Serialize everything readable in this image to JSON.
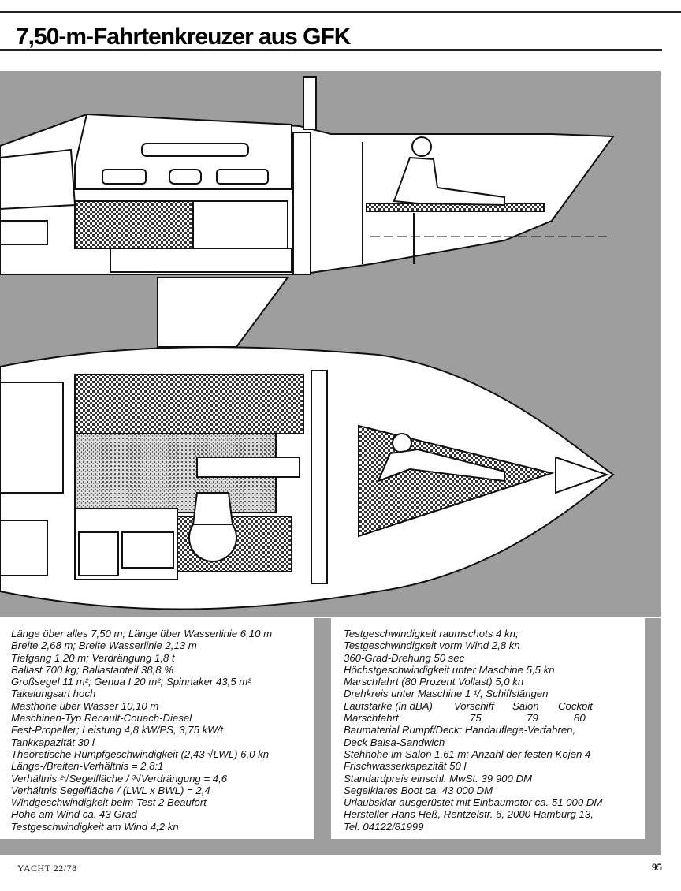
{
  "header": {
    "title": "7,50-m-Fahrtenkreuzer aus GFK"
  },
  "specs_left": [
    "Länge über alles 7,50 m; Länge über Wasserlinie 6,10 m",
    "Breite 2,68 m; Breite Wasserlinie 2,13 m",
    "Tiefgang 1,20 m; Verdrängung 1,8 t",
    "Ballast 700 kg; Ballastanteil 38,8 %",
    "Großsegel 11 m²; Genua I 20 m²; Spinnaker 43,5 m²",
    "Takelungsart hoch",
    "Masthöhe über Wasser 10,10 m",
    "Maschinen-Typ Renault-Couach-Diesel",
    "Fest-Propeller; Leistung 4,8 kW/PS, 3,75 kW/t",
    "Tankkapazität 30 l",
    "Theoretische Rumpfgeschwindigkeit (2,43 √LWL) 6,0 kn",
    "Länge-/Breiten-Verhältnis = 2,8:1",
    "Verhältnis ²√Segelfläche / ³√Verdrängung = 4,6",
    "Verhältnis Segelfläche / (LWL x BWL) = 2,4",
    "Windgeschwindigkeit beim Test 2 Beaufort",
    "Höhe am Wind ca. 43 Grad",
    "Testgeschwindigkeit am Wind 4,2 kn"
  ],
  "specs_right": {
    "lines_before": [
      "Testgeschwindigkeit raumschots 4 kn;",
      "Testgeschwindigkeit vorm Wind 2,8 kn",
      "360-Grad-Drehung 50 sec",
      "Höchstgeschwindigkeit unter Maschine 5,5 kn",
      "Marschfahrt (80 Prozent Vollast) 5,0 kn",
      "Drehkreis unter Maschine 1 ¹/, Schiffslängen"
    ],
    "sound_header": {
      "label": "Lautstärke (in dBA)",
      "col1": "Vorschiff",
      "col2": "Salon",
      "col3": "Cockpit"
    },
    "sound_row": {
      "label": "Marschfahrt",
      "v1": "75",
      "v2": "79",
      "v3": "80"
    },
    "lines_after": [
      "Baumaterial Rumpf/Deck: Handauflege-Verfahren,",
      "Deck Balsa-Sandwich",
      "Stehhöhe im Salon 1,61 m; Anzahl der festen Kojen 4",
      "Frischwasserkapazität 50 l",
      "Standardpreis einschl. MwSt. 39 900 DM",
      "Segelklares Boot ca. 43 000 DM",
      "Urlaubsklar ausgerüstet mit Einbaumotor ca. 51 000 DM",
      "Hersteller Hans Heß, Rentzelstr. 6, 2000 Hamburg 13,",
      "Tel. 04122/81999"
    ]
  },
  "footer": {
    "magazine": "YACHT  22/78",
    "page_number": "95"
  }
}
